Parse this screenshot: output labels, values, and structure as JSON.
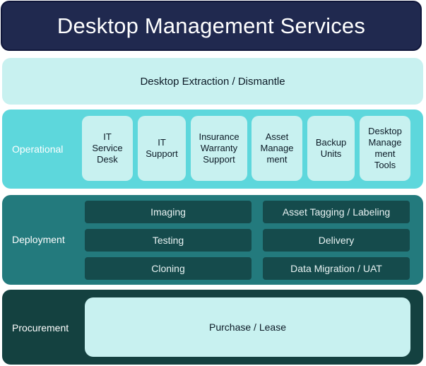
{
  "title": "Desktop Management Services",
  "extraction": {
    "label": "Desktop Extraction / Dismantle"
  },
  "operational": {
    "label": "Operational",
    "items": [
      "IT\nService\nDesk",
      "IT\nSupport",
      "Insurance\nWarranty\nSupport",
      "Asset\nManage\nment",
      "Backup\nUnits",
      "Desktop\nManage\nment\nTools"
    ]
  },
  "deployment": {
    "label": "Deployment",
    "items": [
      "Imaging",
      "Asset Tagging / Labeling",
      "Testing",
      "Delivery",
      "Cloning",
      "Data Migration / UAT"
    ]
  },
  "procurement": {
    "label": "Procurement",
    "item": "Purchase / Lease"
  },
  "colors": {
    "header_bg": "#20294f",
    "extraction_bg": "#c8f1f0",
    "operational_bg": "#5dd7dc",
    "deployment_bg": "#237a7d",
    "deployment_box_bg": "#154b4c",
    "procurement_bg": "#144140"
  }
}
